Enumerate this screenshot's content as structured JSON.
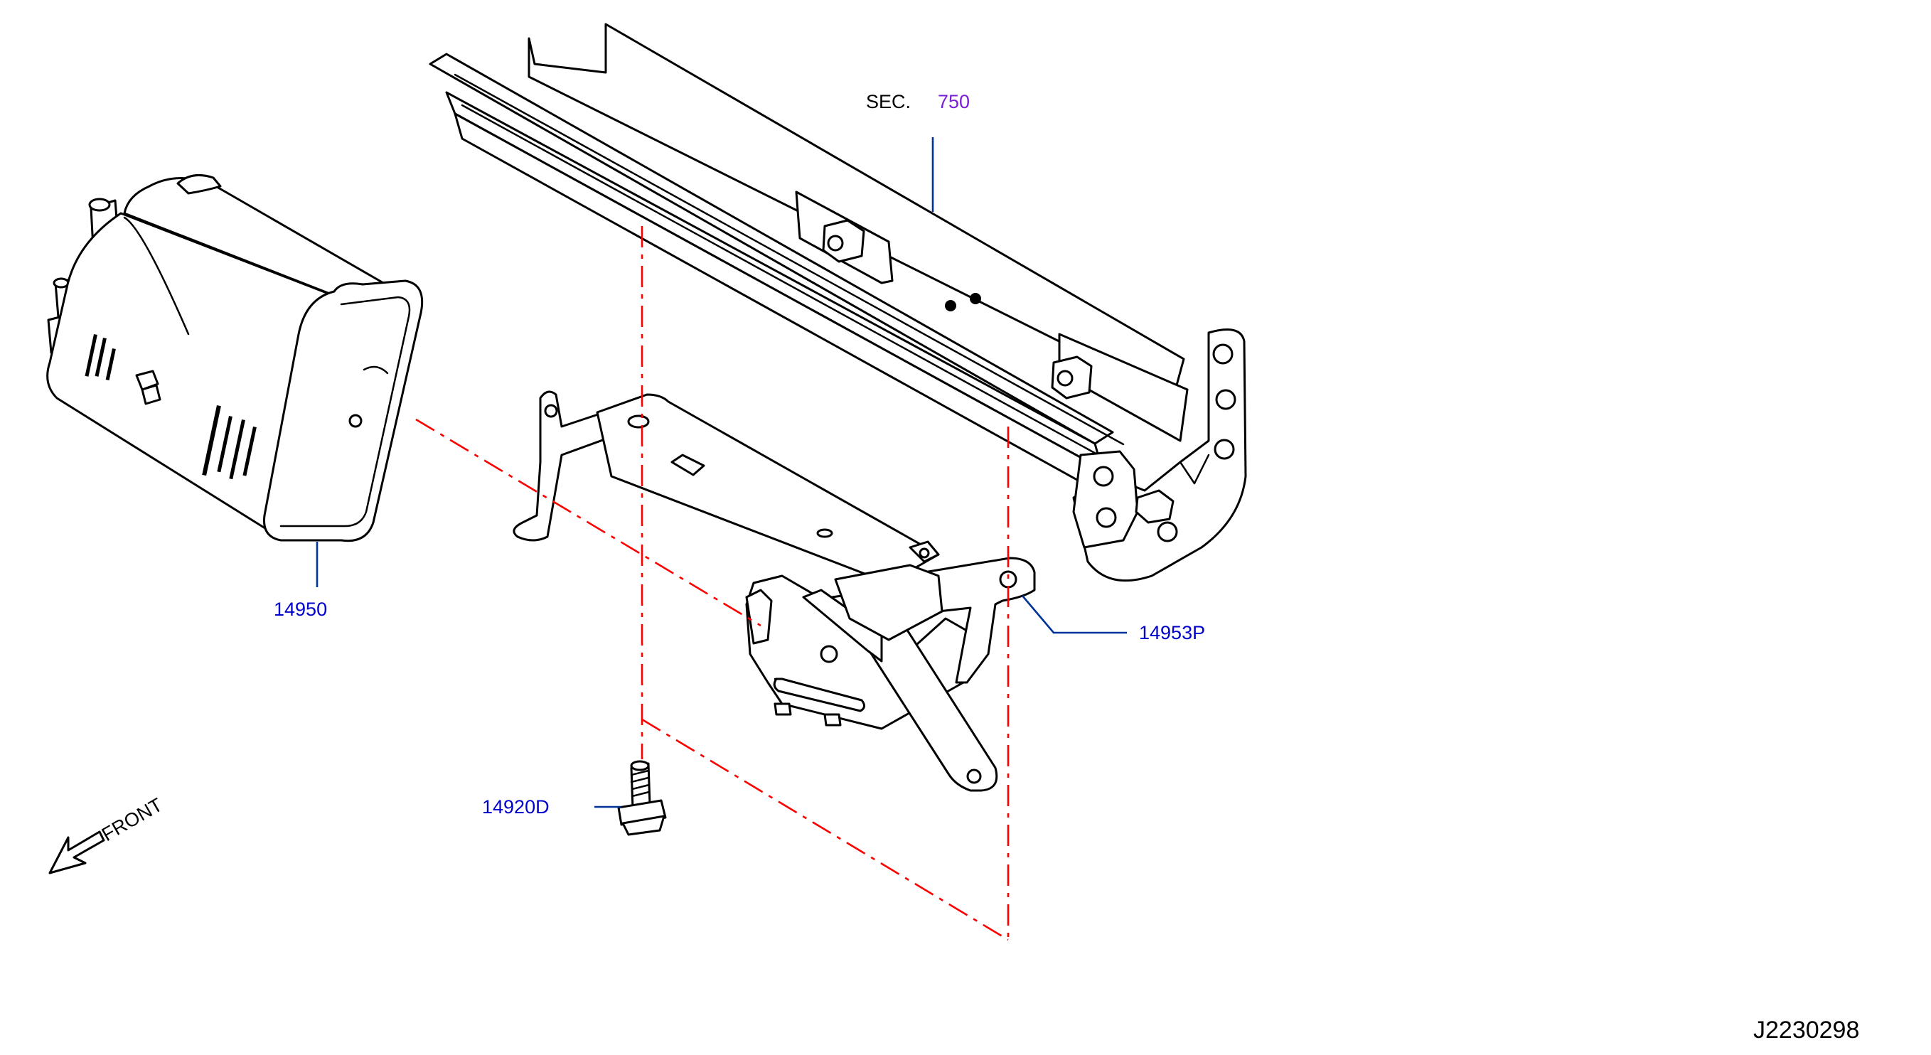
{
  "callouts": {
    "sec_prefix": "SEC.",
    "sec_number": "750",
    "canister": "14950",
    "bracket": "14953P",
    "bolt": "14920D"
  },
  "front_label": "FRONT",
  "diagram_id": "J2230298",
  "colors": {
    "part_number": "#0000cc",
    "section_number": "#7a1fd6",
    "leader_line": "#003399",
    "assembly_line": "#ff0000",
    "line_art": "#000000"
  }
}
